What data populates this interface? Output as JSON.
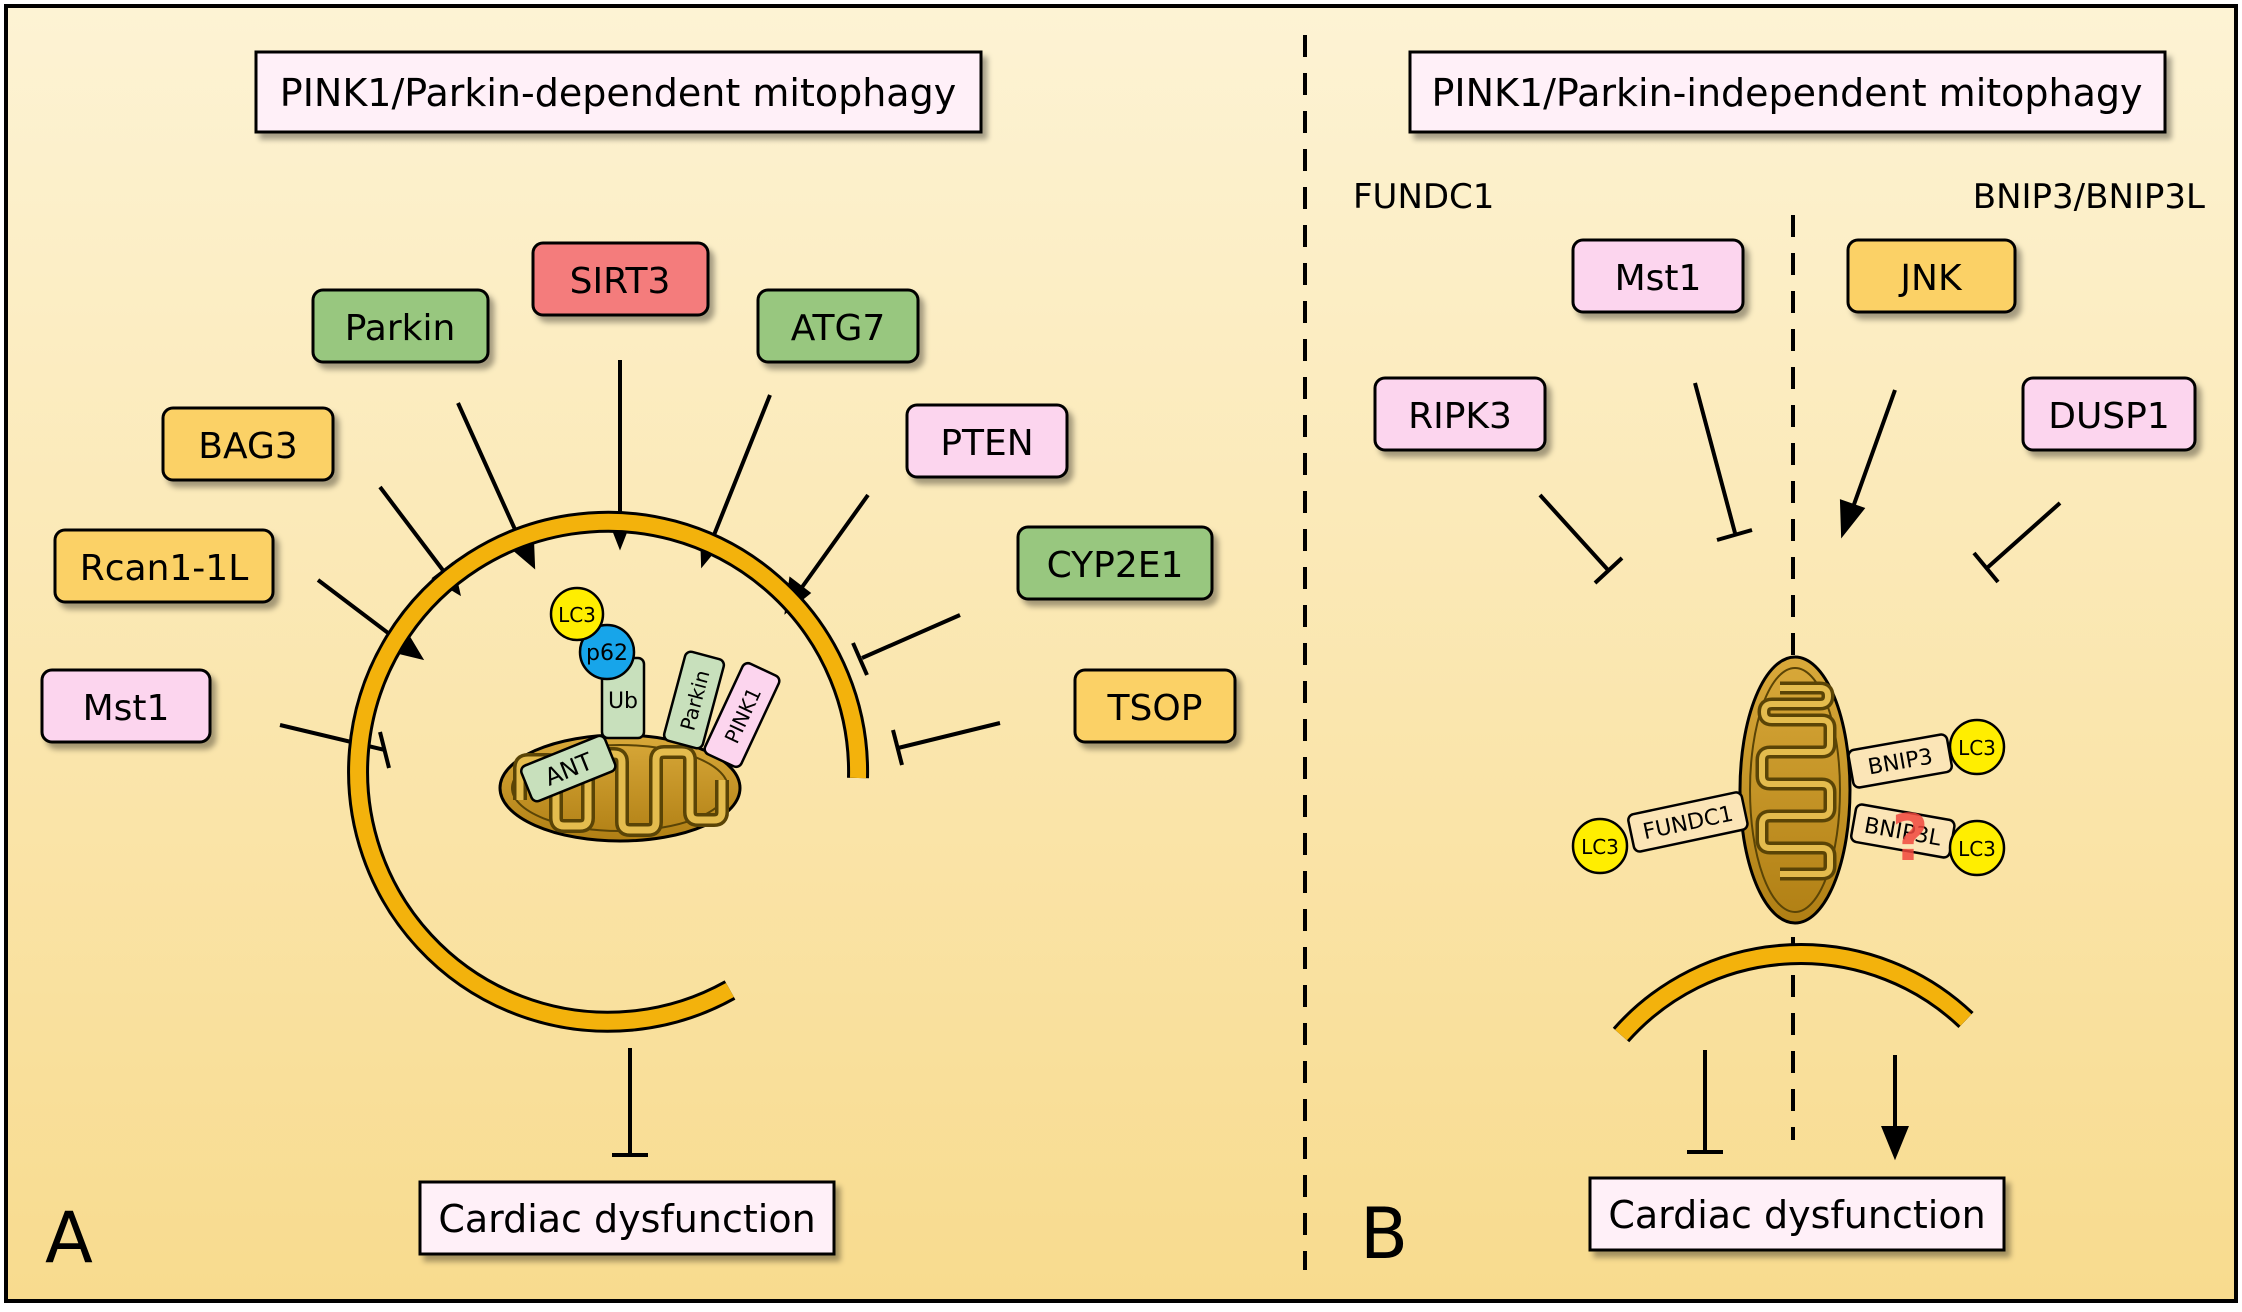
{
  "colors": {
    "bg_light": "#fdf3d4",
    "bg_dark": "#f8db8e",
    "border": "#000000",
    "membrane": "#f3b20c",
    "mito_fill": "#c79522",
    "mito_dark": "#5a4406",
    "title_box": "#fff0f8",
    "pink": "#fcd5ee",
    "orange": "#fbd166",
    "green": "#98c77f",
    "red": "#f47b7b",
    "lc3": "#ffee00",
    "p62": "#17a5ea",
    "protein_green": "#c8e0bc",
    "protein_tan": "#fbe5b7",
    "question": "#f0483e"
  },
  "panel_a": {
    "title": "PINK1/Parkin-dependent mitophagy",
    "letter": "A",
    "outcome": "Cardiac dysfunction",
    "regulators": [
      {
        "label": "Mst1",
        "color": "pink",
        "effect": "inhibit"
      },
      {
        "label": "Rcan1-1L",
        "color": "orange",
        "effect": "activate"
      },
      {
        "label": "BAG3",
        "color": "orange",
        "effect": "activate"
      },
      {
        "label": "Parkin",
        "color": "green",
        "effect": "activate"
      },
      {
        "label": "SIRT3",
        "color": "red",
        "effect": "activate"
      },
      {
        "label": "ATG7",
        "color": "green",
        "effect": "activate"
      },
      {
        "label": "PTEN",
        "color": "pink",
        "effect": "activate"
      },
      {
        "label": "CYP2E1",
        "color": "green",
        "effect": "inhibit"
      },
      {
        "label": "TSOP",
        "color": "orange",
        "effect": "inhibit"
      }
    ],
    "proteins": {
      "lc3": "LC3",
      "p62": "p62",
      "ub": "Ub",
      "parkin": "Parkin",
      "pink1": "PINK1",
      "ant": "ANT"
    }
  },
  "panel_b": {
    "title": "PINK1/Parkin-independent mitophagy",
    "letter": "B",
    "outcome": "Cardiac dysfunction",
    "left_label": "FUNDC1",
    "right_label": "BNIP3/BNIP3L",
    "regulators": [
      {
        "label": "RIPK3",
        "color": "pink",
        "effect": "inhibit"
      },
      {
        "label": "Mst1",
        "color": "pink",
        "effect": "inhibit"
      },
      {
        "label": "JNK",
        "color": "orange",
        "effect": "activate"
      },
      {
        "label": "DUSP1",
        "color": "pink",
        "effect": "inhibit"
      }
    ],
    "proteins": {
      "fundc1": "FUNDC1",
      "bnip3": "BNIP3",
      "bnip3l": "BNIP3L",
      "lc3_left": "LC3",
      "lc3_right_top": "LC3",
      "lc3_right_bottom": "LC3",
      "question": "?"
    }
  }
}
